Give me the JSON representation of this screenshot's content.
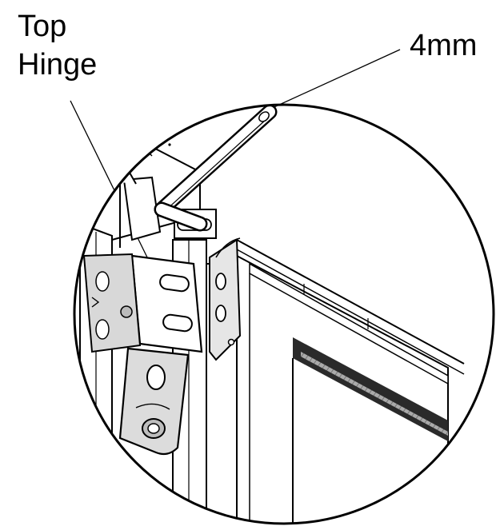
{
  "labels": {
    "top_hinge_line1": "Top",
    "top_hinge_line2": "Hinge",
    "wrench_size": "4mm"
  },
  "colors": {
    "ink": "#000000",
    "paper": "#ffffff",
    "shade": "#c8c8c8",
    "dark_strip": "#2a2a2a"
  },
  "icons": [
    "hex-key-icon",
    "hinge-icon"
  ]
}
